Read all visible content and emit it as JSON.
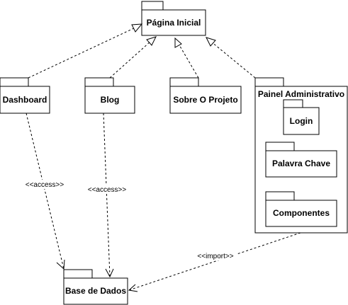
{
  "diagram": {
    "packages": {
      "pagina_inicial": "Página Inicial",
      "dashboard": "Dashboard",
      "blog": "Blog",
      "sobre_projeto": "Sobre O Projeto",
      "painel_admin": "Painel Administrativo",
      "login": "Login",
      "palavra_chave": "Palavra Chave",
      "componentes": "Componentes",
      "base_dados": "Base de Dados"
    },
    "stereotypes": {
      "dashboard_access": "<<access>>",
      "blog_access": "<<access>>",
      "painel_import": "<<import>>"
    }
  }
}
